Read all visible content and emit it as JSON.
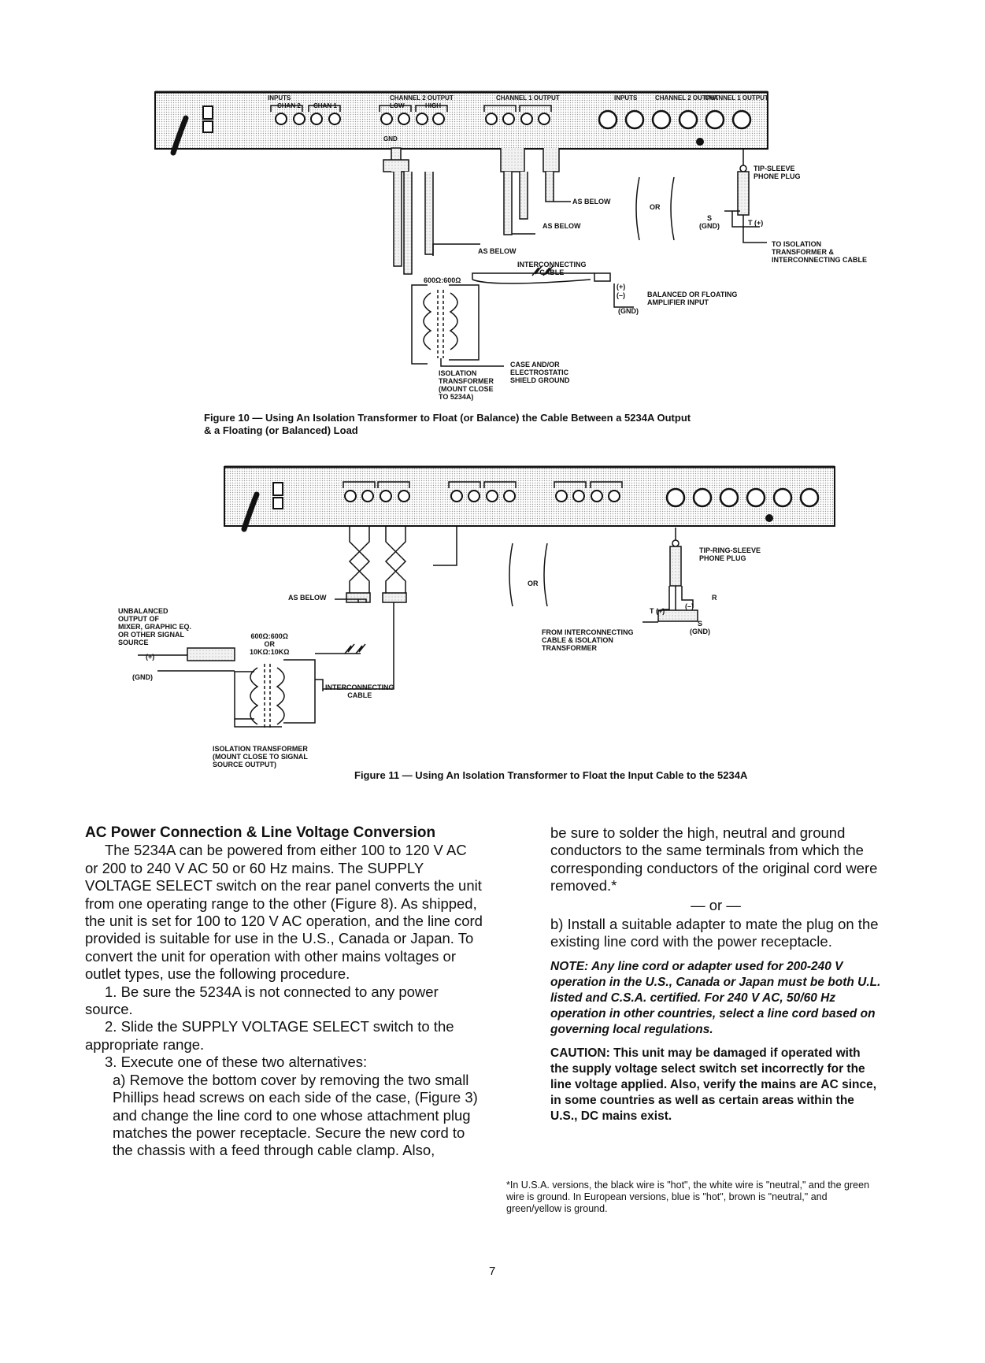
{
  "fig10": {
    "panel_labels": {
      "inputs": "INPUTS",
      "ch2_output": "CHANNEL 2 OUTPUT",
      "ch1_output": "CHANNEL 1 OUTPUT",
      "inputs_right": "INPUTS",
      "ch2_output_right": "CHANNEL 2 OUTPUT",
      "ch1_output_right": "CHANNEL 1 OUTPUT",
      "chan2": "CHAN 2",
      "chan1": "CHAN 1",
      "low": "LOW",
      "high": "HIGH",
      "gnd": "GND"
    },
    "tip_sleeve": "TIP-SLEEVE\nPHONE PLUG",
    "as_below_1": "AS BELOW",
    "as_below_2": "AS BELOW",
    "as_below_3": "AS BELOW",
    "or": "OR",
    "s_gnd": "S\n(GND)",
    "t_plus": "T (+)",
    "to_isolation": "TO ISOLATION\nTRANSFORMER &\nINTERCONNECTING CABLE",
    "interconnecting": "INTERCONNECTING\nCABLE",
    "ratio": "600Ω:600Ω",
    "plus": "(+)",
    "minus": "(–)",
    "gnd": "(GND)",
    "balanced": "BALANCED OR FLOATING\nAMPLIFIER INPUT",
    "case": "CASE AND/OR\nELECTROSTATIC\nSHIELD GROUND",
    "isolation": "ISOLATION\nTRANSFORMER\n(MOUNT CLOSE\nTO 5234A)",
    "caption": "Figure 10 — Using An Isolation Transformer to Float (or Balance) the Cable Between a 5234A Output\n& a Floating (or Balanced) Load"
  },
  "fig11": {
    "tip_ring_sleeve": "TIP-RING-SLEEVE\nPHONE PLUG",
    "as_below": "AS BELOW",
    "or": "OR",
    "unbalanced": "UNBALANCED\nOUTPUT OF\nMIXER, GRAPHIC EQ.\nOR OTHER SIGNAL\nSOURCE",
    "ratio": "600Ω:600Ω\nOR\n10KΩ:10KΩ",
    "plus": "(+)",
    "gnd": "(GND)",
    "interconnecting": "INTERCONNECTING\nCABLE",
    "from_interconnecting": "FROM INTERCONNECTING\nCABLE & ISOLATION\nTRANSFORMER",
    "r": "R",
    "minus": "(–)",
    "t_plus": "T (+)",
    "s_gnd": "S\n(GND)",
    "isolation": "ISOLATION TRANSFORMER\n(MOUNT CLOSE TO SIGNAL\nSOURCE OUTPUT)",
    "caption": "Figure 11 — Using An Isolation Transformer to Float the Input Cable to the 5234A"
  },
  "left_column": {
    "heading": "AC Power Connection & Line Voltage Conversion",
    "intro": "The 5234A can be powered from either 100 to 120 V AC or 200 to 240 V AC 50 or 60 Hz mains. The SUPPLY VOLTAGE SELECT switch on the rear panel converts the unit from one operating range to the other (Figure 8). As shipped, the unit is set for 100 to 120 V AC operation, and the line cord provided is suitable for use in the U.S., Canada or Japan. To convert the unit for operation with other mains voltages or outlet types, use the following procedure.",
    "step1": "1. Be sure the 5234A is not connected to any power source.",
    "step2": "2. Slide the SUPPLY VOLTAGE SELECT switch to the appropriate range.",
    "step3": "3. Execute one of these two alternatives:",
    "step3a": "a) Remove the bottom cover by removing the two small Phillips head screws on each side of the case, (Figure 3) and change the line cord to one whose attachment plug matches the power receptacle. Secure the new cord to the chassis with a feed through cable clamp. Also,"
  },
  "right_column": {
    "cont": "be sure to solder the high, neutral and ground conductors to the same terminals from which the corresponding conductors of the original cord were removed.*",
    "or_sep": "— or —",
    "step3b": "b) Install a suitable adapter to mate the plug on the existing line cord with the power receptacle.",
    "note": "NOTE: Any line cord or adapter used for 200-240 V operation in the U.S., Canada or Japan must be both U.L. listed and C.S.A. certified. For 240 V AC, 50/60 Hz operation in other countries, select a line cord based on governing local regulations.",
    "caution_label": "CAUTION:",
    "caution": " This unit may be damaged if operated with the supply voltage select switch set incorrectly for the line voltage applied. Also, verify the mains are AC since, in some countries as well as certain areas within the U.S., DC mains exist.",
    "footnote": "*In U.S.A. versions, the black wire is \"hot\", the white wire is \"neutral,\" and the green wire is ground. In European versions, blue is \"hot\", brown is \"neutral,\" and green/yellow is ground."
  },
  "page_number": "7"
}
